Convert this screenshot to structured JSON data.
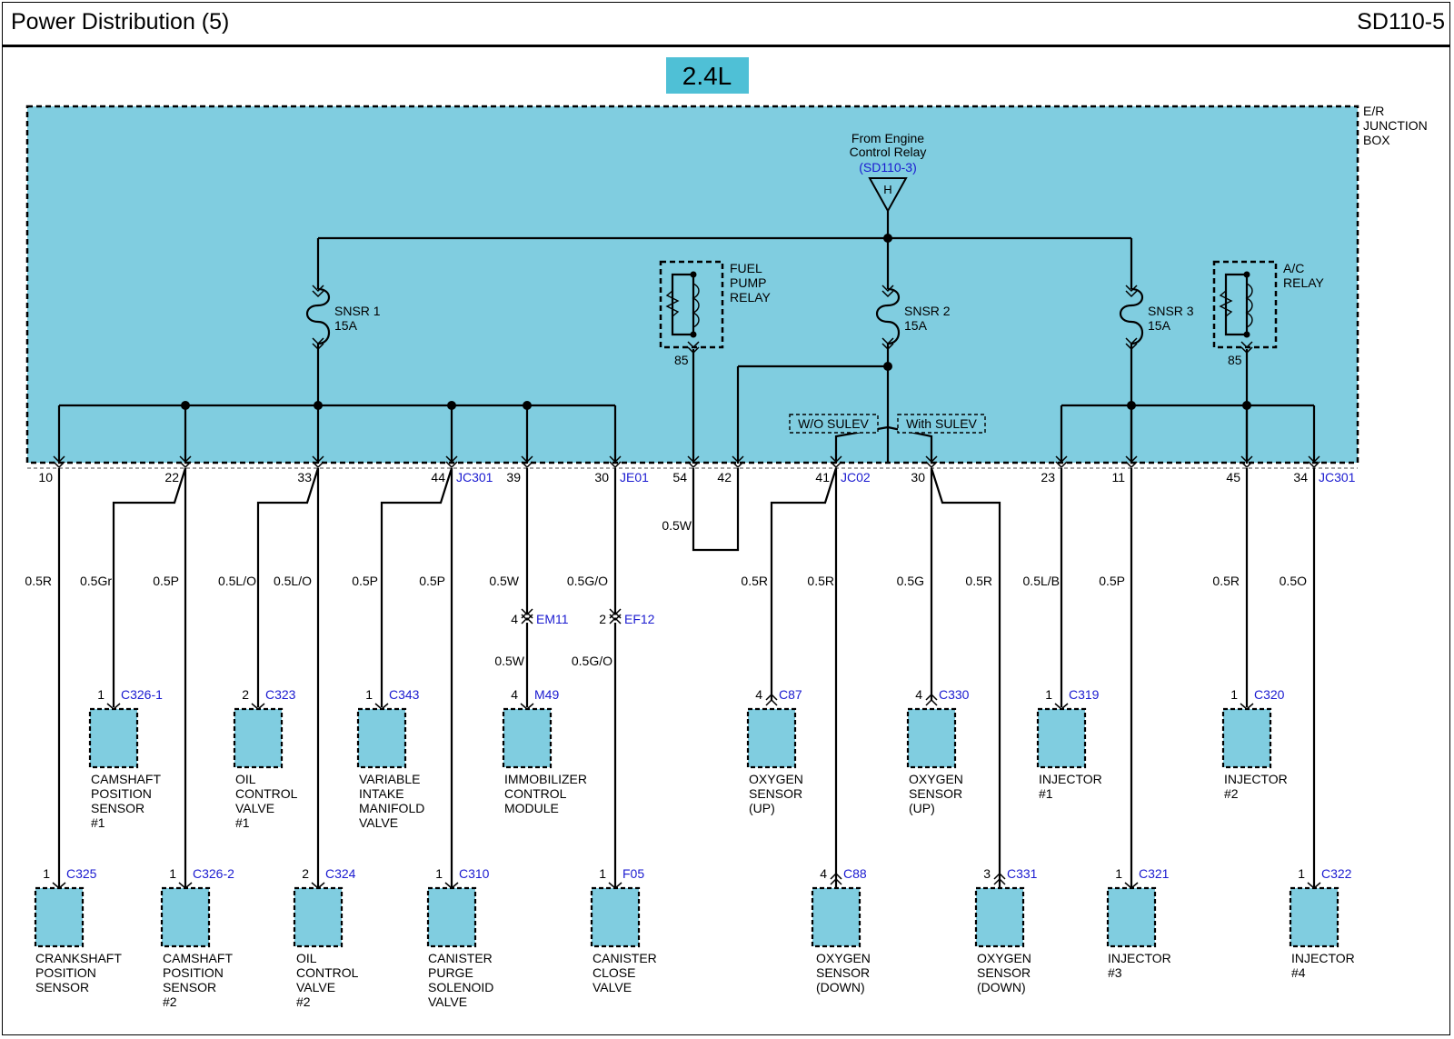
{
  "header": {
    "title": "Power Distribution (5)",
    "code": "SD110-5"
  },
  "variant": {
    "label": "2.4L",
    "color": "#4fc0d6"
  },
  "colors": {
    "box": "#80cde0",
    "connector": "#80cde0",
    "ref": "#1a1ad0"
  },
  "junction_box": {
    "label": [
      "E/R",
      "JUNCTION",
      "BOX"
    ]
  },
  "source": {
    "lines": [
      "From Engine",
      "Control Relay"
    ],
    "ref": "(SD110-3)",
    "symbol": "H"
  },
  "fuses": [
    {
      "name": "SNSR 1",
      "rating": "15A"
    },
    {
      "name": "SNSR 2",
      "rating": "15A"
    },
    {
      "name": "SNSR 3",
      "rating": "15A"
    }
  ],
  "relays": [
    {
      "lines": [
        "FUEL",
        "PUMP",
        "RELAY"
      ],
      "pin": "85"
    },
    {
      "lines": [
        "A/C",
        "RELAY"
      ],
      "pin": "85"
    }
  ],
  "sulev": {
    "without": "W/O SULEV",
    "with": "With SULEV"
  },
  "box_pins": [
    "10",
    "22",
    "33",
    "44",
    "39",
    "30",
    "54",
    "42",
    "41",
    "30",
    "23",
    "11",
    "45",
    "34"
  ],
  "box_connectors": [
    "JC301",
    "JE01",
    "JC02",
    "JC301"
  ],
  "wire_colors": [
    "0.5R",
    "0.5Gr",
    "0.5P",
    "0.5L/O",
    "0.5L/O",
    "0.5P",
    "0.5P",
    "0.5W",
    "0.5G/O",
    "0.5W",
    "0.5R",
    "0.5R",
    "0.5G",
    "0.5R",
    "0.5L/B",
    "0.5P",
    "0.5R",
    "0.5O"
  ],
  "inline_connectors": [
    {
      "pin": "4",
      "ref": "EM11",
      "wire_after": "0.5W"
    },
    {
      "pin": "2",
      "ref": "EF12",
      "wire_after": "0.5G/O"
    }
  ],
  "components_upper": [
    {
      "pin": "1",
      "ref": "C326-1",
      "name": [
        "CAMSHAFT",
        "POSITION",
        "SENSOR",
        "#1"
      ]
    },
    {
      "pin": "2",
      "ref": "C323",
      "name": [
        "OIL",
        "CONTROL",
        "VALVE",
        "#1"
      ]
    },
    {
      "pin": "1",
      "ref": "C343",
      "name": [
        "VARIABLE",
        "INTAKE",
        "MANIFOLD",
        "VALVE"
      ]
    },
    {
      "pin": "4",
      "ref": "M49",
      "name": [
        "IMMOBILIZER",
        "CONTROL",
        "MODULE"
      ]
    },
    {
      "pin": "4",
      "ref": "C87",
      "name": [
        "OXYGEN",
        "SENSOR",
        "(UP)"
      ]
    },
    {
      "pin": "4",
      "ref": "C330",
      "name": [
        "OXYGEN",
        "SENSOR",
        "(UP)"
      ]
    },
    {
      "pin": "1",
      "ref": "C319",
      "name": [
        "INJECTOR",
        "#1"
      ]
    },
    {
      "pin": "1",
      "ref": "C320",
      "name": [
        "INJECTOR",
        "#2"
      ]
    }
  ],
  "components_lower": [
    {
      "pin": "1",
      "ref": "C325",
      "name": [
        "CRANKSHAFT",
        "POSITION",
        "SENSOR"
      ]
    },
    {
      "pin": "1",
      "ref": "C326-2",
      "name": [
        "CAMSHAFT",
        "POSITION",
        "SENSOR",
        "#2"
      ]
    },
    {
      "pin": "2",
      "ref": "C324",
      "name": [
        "OIL",
        "CONTROL",
        "VALVE",
        "#2"
      ]
    },
    {
      "pin": "1",
      "ref": "C310",
      "name": [
        "CANISTER",
        "PURGE",
        "SOLENOID",
        "VALVE"
      ]
    },
    {
      "pin": "1",
      "ref": "F05",
      "name": [
        "CANISTER",
        "CLOSE",
        "VALVE"
      ]
    },
    {
      "pin": "4",
      "ref": "C88",
      "name": [
        "OXYGEN",
        "SENSOR",
        "(DOWN)"
      ]
    },
    {
      "pin": "3",
      "ref": "C331",
      "name": [
        "OXYGEN",
        "SENSOR",
        "(DOWN)"
      ]
    },
    {
      "pin": "1",
      "ref": "C321",
      "name": [
        "INJECTOR",
        "#3"
      ]
    },
    {
      "pin": "1",
      "ref": "C322",
      "name": [
        "INJECTOR",
        "#4"
      ]
    }
  ]
}
